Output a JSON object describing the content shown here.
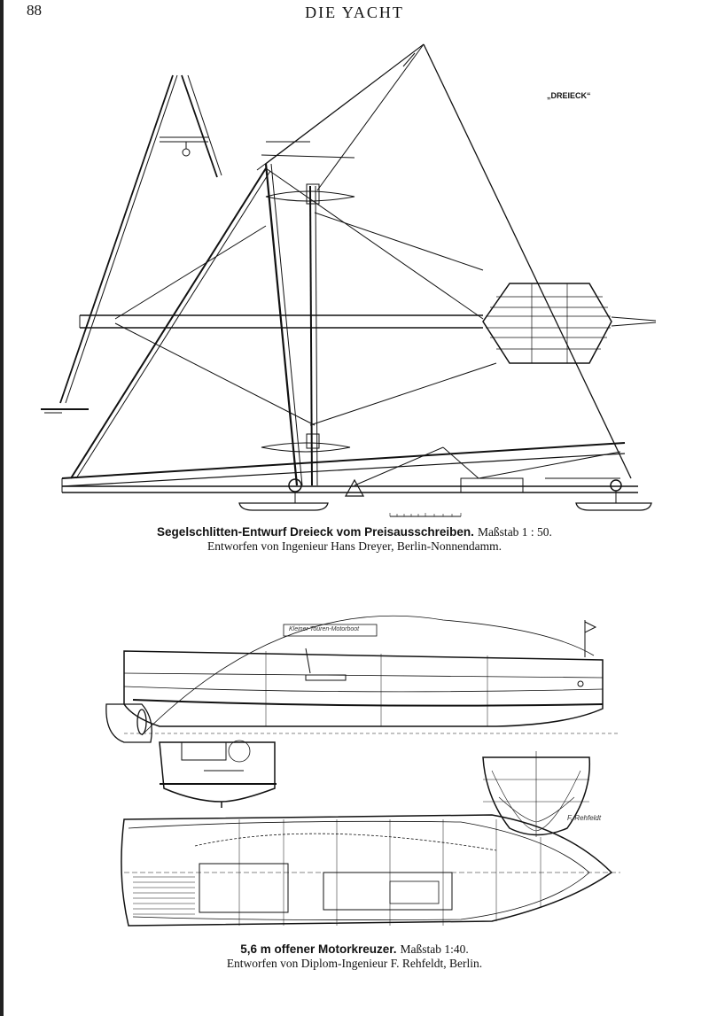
{
  "header": {
    "page_number": "88",
    "running_head": "DIE YACHT"
  },
  "plate1": {
    "name_label": "„DREIECK“",
    "caption_title": "Segelschlitten-Entwurf Dreieck vom Preisausschreiben.",
    "caption_scale": "Maßstab 1 : 50.",
    "caption_designer": "Entworfen von Ingenieur Hans Dreyer, Berlin-Nonnendamm."
  },
  "plate2": {
    "drawing_title": "Kleiner Touren-Motorboot",
    "signature": "F. Rehfeldt",
    "caption_title": "5,6 m offener Motorkreuzer.",
    "caption_scale": "Maßstab 1:40.",
    "caption_designer": "Entworfen von Diplom-Ingenieur F. Rehfeldt, Berlin."
  },
  "colors": {
    "ink": "#111111",
    "paper": "#ffffff"
  }
}
